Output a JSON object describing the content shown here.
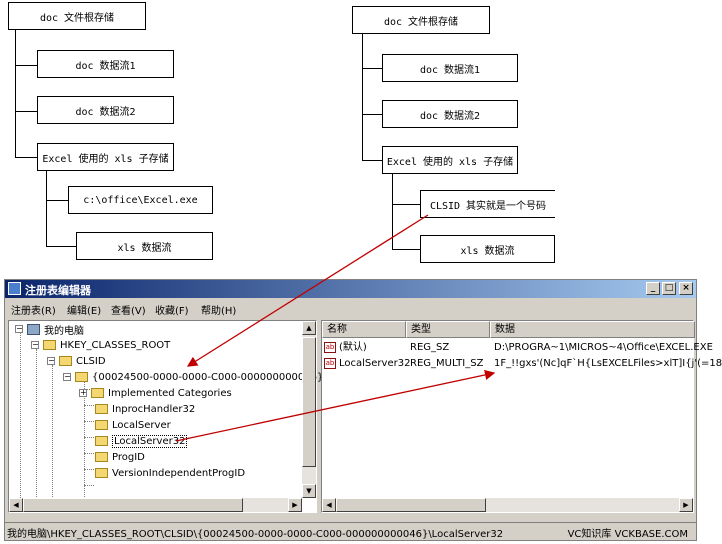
{
  "diagram_left": {
    "root": "doc 文件根存储",
    "children": [
      "doc 数据流1",
      "doc 数据流2",
      "Excel 使用的 xls 子存储"
    ],
    "sub_children": [
      "c:\\office\\Excel.exe",
      "xls 数据流"
    ]
  },
  "diagram_right": {
    "root": "doc 文件根存储",
    "children": [
      "doc 数据流1",
      "doc 数据流2",
      "Excel 使用的 xls 子存储"
    ],
    "sub_children": [
      "CLSID 其实就是一个号码",
      "xls 数据流"
    ]
  },
  "regedit": {
    "title": "注册表编辑器",
    "window_buttons": [
      "_",
      "□",
      "×"
    ],
    "menu": [
      "注册表(R)",
      "编辑(E)",
      "查看(V)",
      "收藏(F)",
      "帮助(H)"
    ],
    "tree": {
      "root": "我的电脑",
      "hive": "HKEY_CLASSES_ROOT",
      "clsid": "CLSID",
      "key": "{00024500-0000-0000-C000-000000000046}",
      "subkeys": [
        "Implemented Categories",
        "InprocHandler32",
        "LocalServer",
        "LocalServer32",
        "ProgID",
        "VersionIndependentProgID"
      ]
    },
    "columns": [
      "名称",
      "类型",
      "数据"
    ],
    "rows": [
      {
        "name": "(默认)",
        "type": "REG_SZ",
        "data": "D:\\PROGRA~1\\MICROS~4\\Office\\EXCEL.EXE"
      },
      {
        "name": "LocalServer32",
        "type": "REG_MULTI_SZ",
        "data": "1F_!!gxs'(Nc]qF`H{LsEXCELFiles>xlT]I{j'(=18"
      }
    ],
    "status_path": "我的电脑\\HKEY_CLASSES_ROOT\\CLSID\\{00024500-0000-0000-C000-000000000046}\\LocalServer32",
    "status_right": "VC知识库 VCKBASE.COM"
  },
  "colors": {
    "arrow": "#c00000",
    "titlebar": "#0a246a",
    "window": "#d4d0c8"
  }
}
